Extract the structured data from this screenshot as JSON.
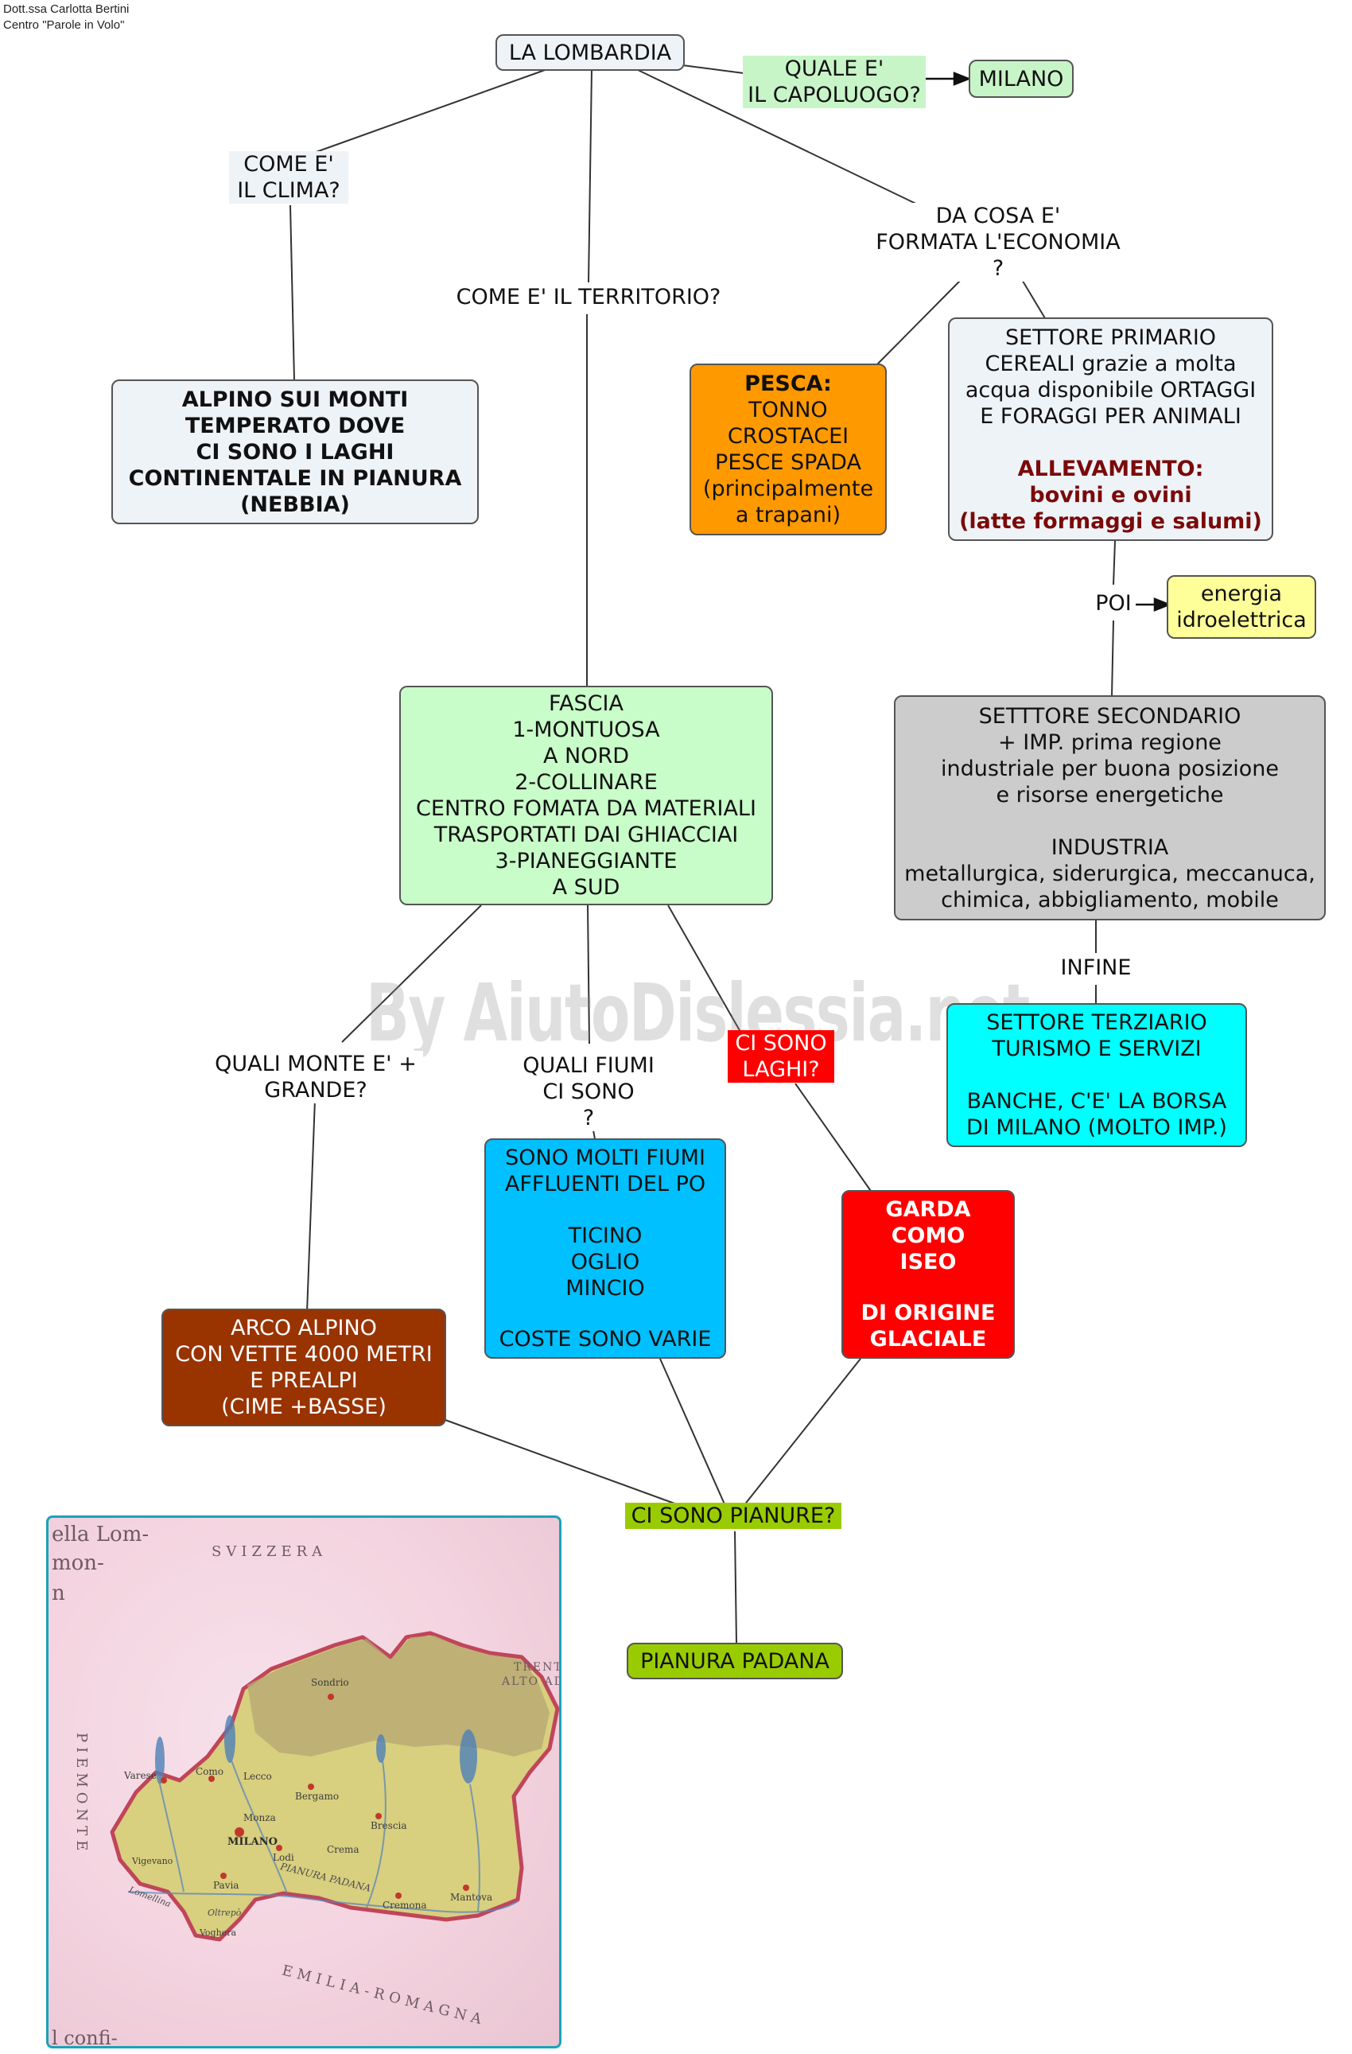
{
  "credit": {
    "line1": "Dott.ssa Carlotta Bertini",
    "line2": "Centro \"Parole in Volo\""
  },
  "watermark": "By AiutoDislessia.net",
  "nodes": {
    "root": "LA LOMBARDIA",
    "capital_answer": "MILANO",
    "climate": [
      "ALPINO SUI MONTI",
      "TEMPERATO DOVE",
      "CI SONO I LAGHI",
      "CONTINENTALE IN PIANURA",
      "(NEBBIA)"
    ],
    "fishing": [
      "PESCA:",
      "TONNO",
      "CROSTACEI",
      "PESCE SPADA",
      "(principalmente",
      "a trapani)"
    ],
    "primary": [
      "SETTORE PRIMARIO",
      "CEREALI grazie a molta",
      "acqua disponibile ORTAGGI",
      "E FORAGGI PER ANIMALI",
      "",
      "ALLEVAMENTO:",
      "bovini e ovini",
      "(latte formaggi e salumi)"
    ],
    "energy": [
      "energia",
      "idroelettrica"
    ],
    "territory": [
      "FASCIA",
      "1-MONTUOSA",
      "A NORD",
      "2-COLLINARE",
      "CENTRO FOMATA DA MATERIALI",
      "TRASPORTATI DAI GHIACCIAI",
      "3-PIANEGGIANTE",
      "A SUD"
    ],
    "secondary": [
      "SETTTORE SECONDARIO",
      "+ IMP. prima regione",
      "industriale per buona posizione",
      "e risorse energetiche",
      "",
      "INDUSTRIA",
      "metallurgica, siderurgica, meccanuca,",
      "chimica, abbigliamento, mobile"
    ],
    "tertiary": [
      "SETTORE TERZIARIO",
      "TURISMO E SERVIZI",
      "",
      "BANCHE, C'E' LA BORSA",
      "DI MILANO (MOLTO IMP.)"
    ],
    "rivers": [
      "SONO MOLTI FIUMI",
      "AFFLUENTI DEL PO",
      "",
      "TICINO",
      "OGLIO",
      "MINCIO",
      "",
      "COSTE SONO VARIE"
    ],
    "lakes": [
      "GARDA",
      "COMO",
      "ISEO",
      "",
      "DI ORIGINE",
      "GLACIALE"
    ],
    "mountains": [
      "ARCO ALPINO",
      "CON VETTE 4000 METRI",
      "E PREALPI",
      "(CIME +BASSE)"
    ],
    "plain": "PIANURA PADANA"
  },
  "questions": {
    "capital": [
      "QUALE E'",
      "IL CAPOLUOGO?"
    ],
    "climate": [
      "COME E'",
      "IL CLIMA?"
    ],
    "territory": "COME E' IL TERRITORIO?",
    "economy": [
      "DA COSA E'",
      "FORMATA L'ECONOMIA",
      "?"
    ],
    "then": "POI",
    "finally": "INFINE",
    "mountain": [
      "QUALI MONTE E' +",
      "GRANDE?"
    ],
    "rivers": [
      "QUALI FIUMI",
      "CI SONO",
      "?"
    ],
    "lakes": [
      "CI SONO",
      "LAGHI?"
    ],
    "plains": "CI SONO PIANURE?"
  },
  "map": {
    "edge_labels": [
      "ella Lom-",
      "mon-",
      "n",
      "l confi-"
    ],
    "countries": {
      "north": "SVIZZERA",
      "west": "PIEMONTE",
      "south": "EMILIA-ROMAGNA",
      "east": [
        "TRENTINO",
        "ALTO ADIG"
      ]
    },
    "cities": [
      "Sondrio",
      "Varese",
      "Como",
      "Lecco",
      "Monza",
      "Bergamo",
      "Brescia",
      "MILANO",
      "Lodi",
      "Crema",
      "Cremona",
      "Pavia",
      "Mantova",
      "Vigevano",
      "Voghera"
    ],
    "features": [
      "PIANURA PADANA",
      "Lomellina",
      "Oltrepò"
    ]
  },
  "colors": {
    "root": "#eef3f7",
    "capital": "#c8f5c8",
    "climate": "#eef3f7",
    "fishing": "#ff9900",
    "primary": "#eef3f7",
    "energy": "#ffff99",
    "territory": "#c8fcc8",
    "secondary": "#cccccc",
    "tertiary": "#00ffff",
    "rivers": "#00c0ff",
    "lakes": "#ff0000",
    "mountains": "#993300",
    "plain": "#99cc00",
    "lakes_label": "#ff0000",
    "plains_label": "#99cc00",
    "map_border": "#1aa3b8"
  }
}
